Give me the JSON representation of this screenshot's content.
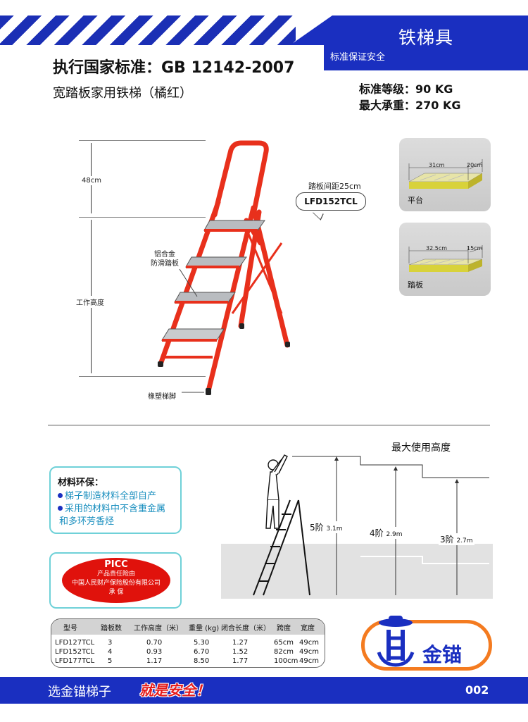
{
  "header": {
    "brand_title": "铁梯具",
    "slogan": "标准保证安全",
    "standard": "执行国家标准：GB 12142-2007",
    "product_name": "宽踏板家用铁梯（橘红）",
    "spec_grade": "标准等级：90 KG",
    "spec_max_load": "最大承重：270 KG"
  },
  "diagram": {
    "dim_top": "48cm",
    "dim_work_height": "工作高度",
    "callout_tread": "铝合金\n防滑踏板",
    "callout_foot": "橡塑梯脚",
    "bubble_note": "踏板间距25cm",
    "model_bubble": "LFD152TCL"
  },
  "parts": [
    {
      "label": "平台",
      "width": "31cm",
      "depth": "20cm"
    },
    {
      "label": "踏板",
      "width": "32.5cm",
      "depth": "15cm"
    }
  ],
  "usage": {
    "title": "最大使用高度",
    "steps": [
      {
        "label": "5阶",
        "height": "3.1m"
      },
      {
        "label": "4阶",
        "height": "2.9m"
      },
      {
        "label": "3阶",
        "height": "2.7m"
      }
    ]
  },
  "material": {
    "title": "材料环保：",
    "items": [
      "梯子制造材料全部自产",
      "采用的材料中不含重金属",
      "和多环芳香烃"
    ]
  },
  "insurance": {
    "name": "PICC",
    "lines": [
      "产品责任险由",
      "中国人民财产保险股份有限公司",
      "承  保"
    ]
  },
  "spec_table": {
    "headers": [
      "型号",
      "踏板数",
      "工作高度（米）",
      "重量 (kg)",
      "闭合长度（米）",
      "跨度",
      "宽度"
    ],
    "rows": [
      [
        "LFD127TCL",
        "3",
        "0.70",
        "5.30",
        "1.27",
        "65cm",
        "49cm"
      ],
      [
        "LFD152TCL",
        "4",
        "0.93",
        "6.70",
        "1.52",
        "82cm",
        "49cm"
      ],
      [
        "LFD177TCL",
        "5",
        "1.17",
        "8.50",
        "1.77",
        "100cm",
        "49cm"
      ]
    ]
  },
  "logo": {
    "text": "金锚"
  },
  "footer": {
    "left": "选金锚梯子",
    "emphasis": "就是安全！",
    "page": "002"
  },
  "colors": {
    "brand_blue": "#1a2fc0",
    "ladder_red": "#e8301c",
    "logo_orange": "#f47b20",
    "picc_red": "#e0120c",
    "teal_border": "#6fd1d8"
  }
}
